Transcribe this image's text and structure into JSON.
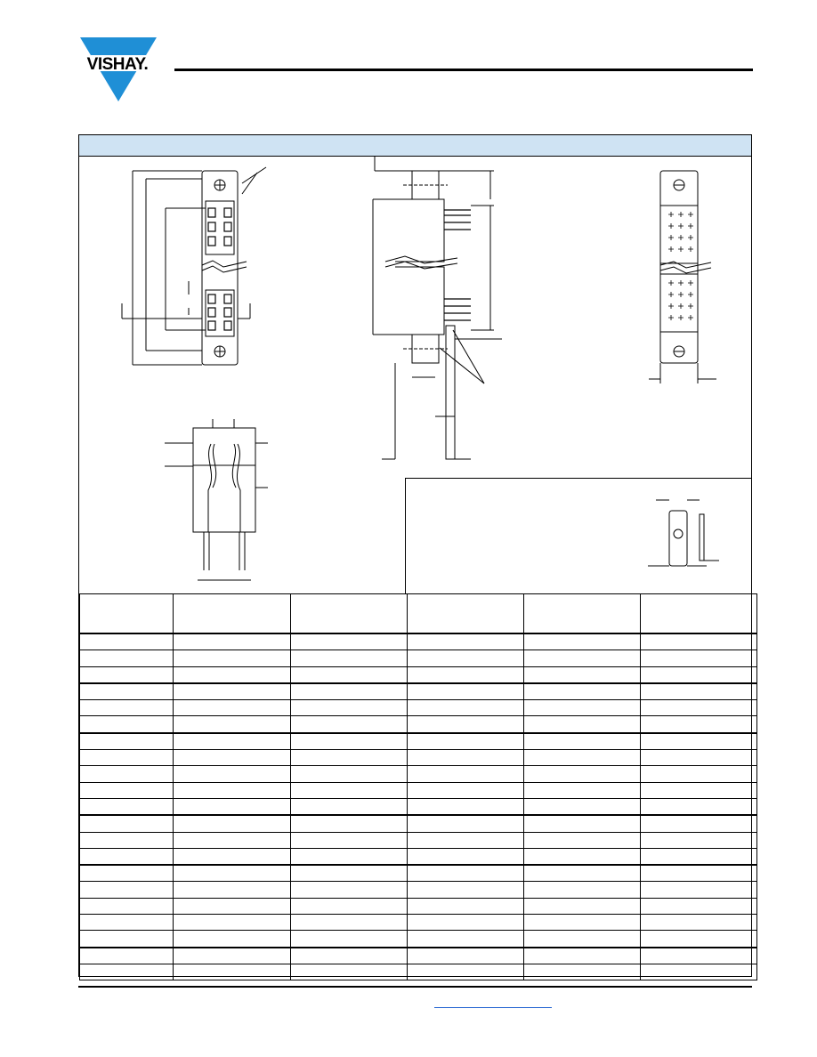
{
  "brand": {
    "logo_text": "VISHAY.",
    "logo_color": "#1f8fd6"
  },
  "colors": {
    "band": "#cfe3f3",
    "link": "#1d5fd0"
  },
  "table": {
    "columns": 6,
    "row_groups": [
      3,
      3,
      5,
      3,
      5,
      2
    ]
  }
}
